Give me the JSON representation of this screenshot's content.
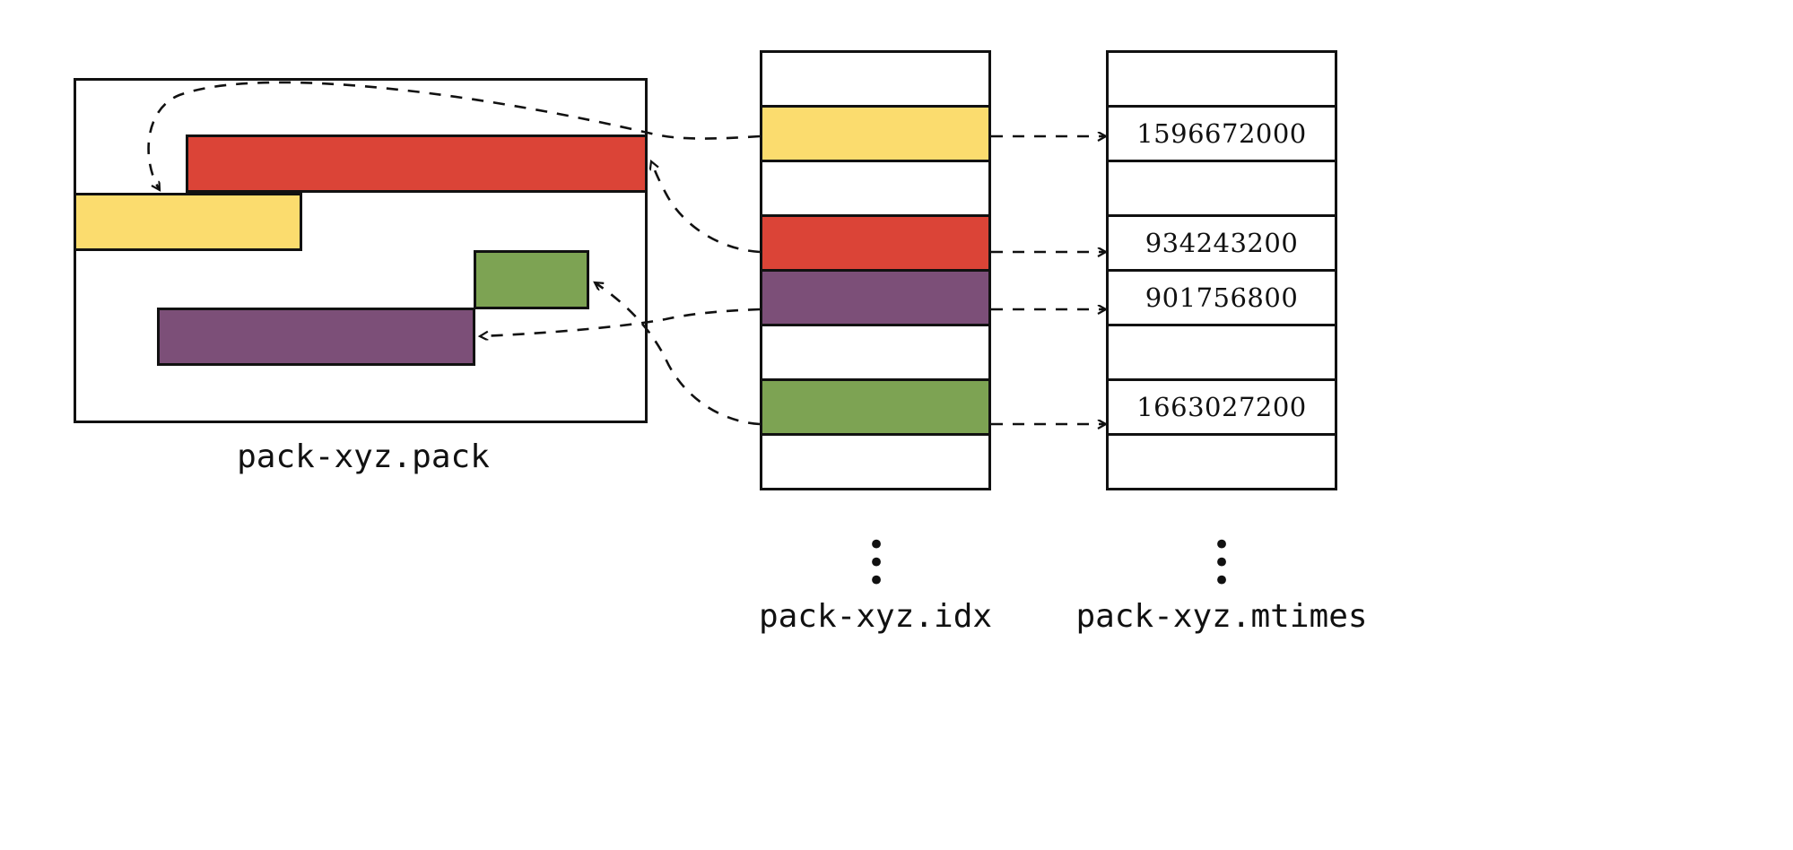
{
  "diagram": {
    "title": "git pack mtimes diagram",
    "background": "#ffffff",
    "stroke": "#111111"
  },
  "palette": {
    "yellow": "#fbdc6e",
    "red": "#db4437",
    "purple": "#7c4f78",
    "green": "#7da353",
    "white": "#ffffff",
    "line": "#111111"
  },
  "pack_file": {
    "label": "pack-xyz.pack",
    "objects": [
      {
        "name": "red-object",
        "color": "#db4437"
      },
      {
        "name": "yellow-object",
        "color": "#fbdc6e"
      },
      {
        "name": "green-object",
        "color": "#7da353"
      },
      {
        "name": "purple-object",
        "color": "#7c4f78"
      }
    ]
  },
  "idx_file": {
    "label": "pack-xyz.idx",
    "ellipsis": "⋮",
    "rows": [
      {
        "index": 1,
        "color": "#ffffff",
        "filled": false
      },
      {
        "index": 2,
        "color": "#fbdc6e",
        "filled": true
      },
      {
        "index": 3,
        "color": "#ffffff",
        "filled": false
      },
      {
        "index": 4,
        "color": "#db4437",
        "filled": true
      },
      {
        "index": 5,
        "color": "#7c4f78",
        "filled": true
      },
      {
        "index": 6,
        "color": "#ffffff",
        "filled": false
      },
      {
        "index": 7,
        "color": "#7da353",
        "filled": true
      },
      {
        "index": 8,
        "color": "#ffffff",
        "filled": false
      }
    ]
  },
  "mtimes_file": {
    "label": "pack-xyz.mtimes",
    "ellipsis": "⋮",
    "rows": [
      {
        "index": 1,
        "value": ""
      },
      {
        "index": 2,
        "value": "1596672000"
      },
      {
        "index": 3,
        "value": ""
      },
      {
        "index": 4,
        "value": "934243200"
      },
      {
        "index": 5,
        "value": "901756800"
      },
      {
        "index": 6,
        "value": ""
      },
      {
        "index": 7,
        "value": "1663027200"
      },
      {
        "index": 8,
        "value": ""
      }
    ]
  },
  "chart_data": {
    "type": "diagram",
    "title": "pack-xyz.pack / pack-xyz.idx / pack-xyz.mtimes",
    "nodes": [
      {
        "id": "pack",
        "label": "pack-xyz.pack"
      },
      {
        "id": "idx",
        "label": "pack-xyz.idx"
      },
      {
        "id": "mtimes",
        "label": "pack-xyz.mtimes"
      }
    ],
    "mappings": [
      {
        "color": "#fbdc6e",
        "idx_row": 2,
        "mtime": "1596672000"
      },
      {
        "color": "#db4437",
        "idx_row": 4,
        "mtime": "934243200"
      },
      {
        "color": "#7c4f78",
        "idx_row": 5,
        "mtime": "901756800"
      },
      {
        "color": "#7da353",
        "idx_row": 7,
        "mtime": "1663027200"
      }
    ]
  }
}
